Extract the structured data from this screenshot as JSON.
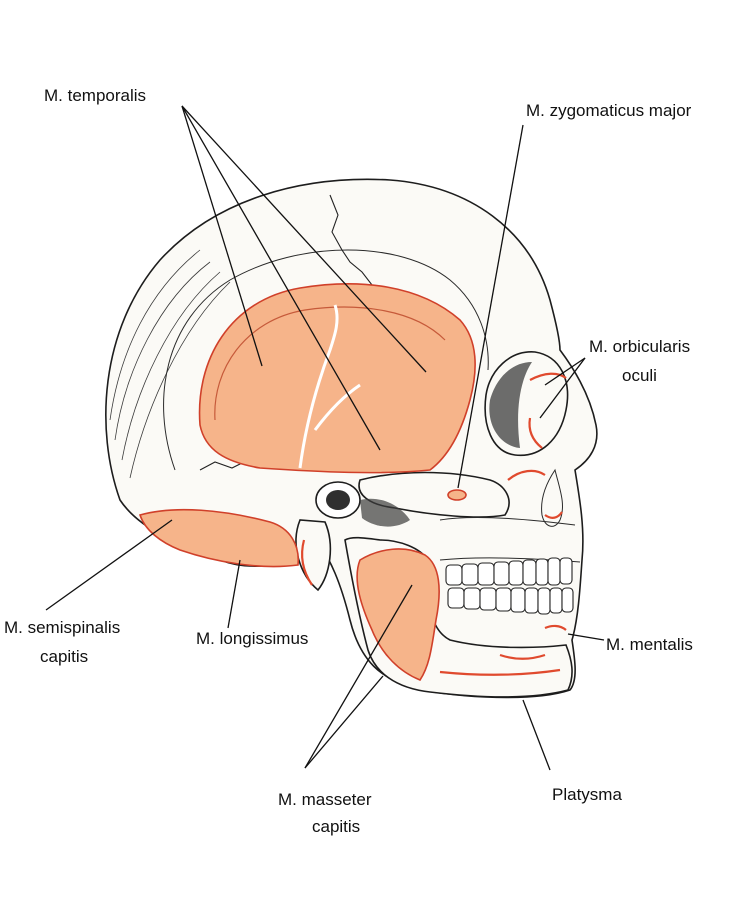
{
  "labels": {
    "temporalis": "M. temporalis",
    "zygomaticus_major": "M. zygomaticus major",
    "orbicularis_line1": "M. orbicularis",
    "orbicularis_line2": "oculi",
    "semispinalis_line1": "M. semispinalis",
    "semispinalis_line2": "capitis",
    "longissimus": "M. longissimus",
    "mentalis": "M. mentalis",
    "masseter_line1": "M. masseter",
    "masseter_line2": "capitis",
    "platysma": "Platysma"
  },
  "colors": {
    "muscle_fill": "#f6b48a",
    "muscle_outline": "#d0402a",
    "bone": "#fbfaf6",
    "ink": "#111111"
  }
}
